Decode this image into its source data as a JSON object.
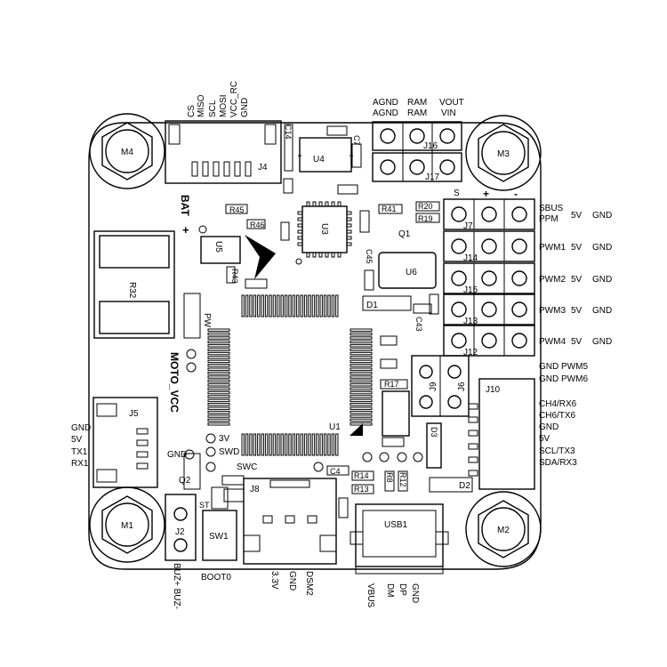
{
  "mounts": {
    "tl": "M4",
    "tr": "M3",
    "bl": "M1",
    "br": "M2"
  },
  "j4": {
    "pins": [
      "CS",
      "MISO",
      "SCL",
      "MOSI",
      "VCC_RC",
      "GND"
    ],
    "name": "J4"
  },
  "top_pins": {
    "col1": [
      "AGND",
      "AGND"
    ],
    "col2": [
      "RAM",
      "RAM"
    ],
    "col3": [
      "VOUT",
      "VIN"
    ],
    "j16": "J16",
    "j17": "J17"
  },
  "servo": {
    "hdr_s": "S",
    "hdr_p": "+",
    "hdr_m": "-",
    "rows": [
      {
        "conn": "J7",
        "line1": "SBUS",
        "line2": "PPM",
        "v": "5V",
        "g": "GND"
      },
      {
        "conn": "J14",
        "line1": "PWM1",
        "v": "5V",
        "g": "GND"
      },
      {
        "conn": "J15",
        "line1": "PWM2",
        "v": "5V",
        "g": "GND"
      },
      {
        "conn": "J13",
        "line1": "PWM3",
        "v": "5V",
        "g": "GND"
      },
      {
        "conn": "J12",
        "line1": "PWM4",
        "v": "5V",
        "g": "GND"
      }
    ]
  },
  "right_labels": {
    "pwm56a": "GND PWM5",
    "pwm56b": "GND PWM6",
    "j10": "J10",
    "list": [
      "CH4/RX6",
      "CH6/TX6",
      "GND",
      "5V",
      "SCL/TX3",
      "SDA/RX3"
    ]
  },
  "j5": {
    "name": "J5",
    "pins": [
      "GND",
      "5V",
      "TX1",
      "RX1"
    ]
  },
  "labels": {
    "bat": "BAT",
    "r32": "R32",
    "moto_vcc": "MOTO_VCC",
    "pw": "PW",
    "u1": "U1",
    "u3": "U3",
    "u4": "U4",
    "u5": "U5",
    "u6": "U6",
    "q1": "Q1",
    "q2": "Q2",
    "d1": "D1",
    "d2": "D2",
    "d3": "D3",
    "j2": "J2",
    "j6": "J6",
    "j8": "J8",
    "j9": "J9",
    "sw1": "SW1",
    "usb1": "USB1",
    "st": "ST",
    "r45": "R45",
    "r46": "R46",
    "r43": "R43",
    "r41": "R41",
    "r20": "R20",
    "r19": "R19",
    "r17": "R17",
    "r14": "R14",
    "r13": "R13",
    "r12": "R12",
    "r8": "R8",
    "c14": "C14",
    "c7": "C7",
    "c45": "C45",
    "c43": "C43",
    "c4": "C4",
    "v3": "3V",
    "swd": "SWD",
    "gnd": "GND",
    "swc": "SWC",
    "buz": "BUZ+ BUZ-",
    "boot": "BOOT0",
    "j8_pins": [
      "3.3V",
      "GND",
      "DSM2"
    ],
    "usb_pins": [
      "VBUS",
      "DM",
      "DP",
      "GND"
    ]
  }
}
